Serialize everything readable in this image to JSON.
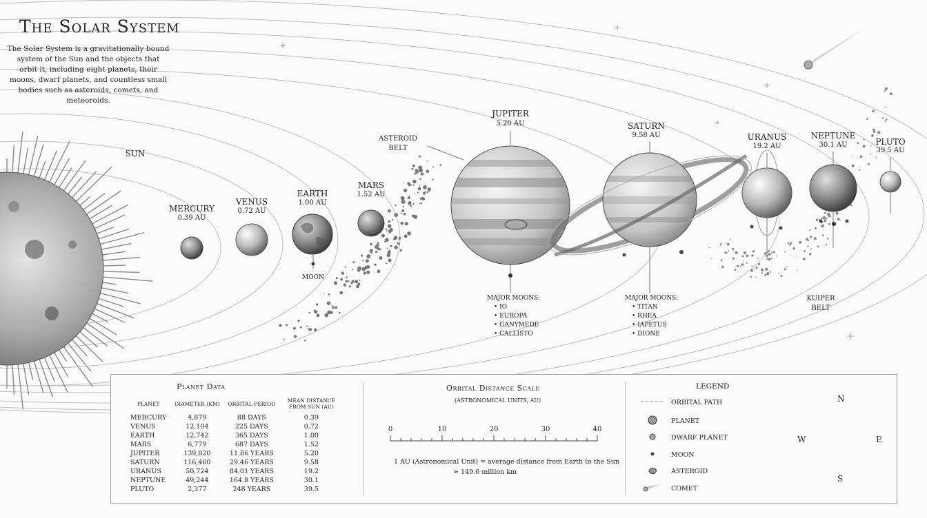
{
  "header": {
    "title": "The Solar System",
    "intro": "The Solar System is a gravitationally bound system of the Sun and the objects that orbit it, including eight planets, their moons, dwarf planets, and countless small bodies such as asteroids, comets, and meteoroids."
  },
  "sun_label": "SUN",
  "bodies": [
    {
      "name": "MERCURY",
      "dist": "0.39 AU"
    },
    {
      "name": "VENUS",
      "dist": "0.72 AU"
    },
    {
      "name": "EARTH",
      "dist": "1.00 AU"
    },
    {
      "name": "MARS",
      "dist": "1.52 AU"
    },
    {
      "name": "JUPITER",
      "dist": "5.20 AU"
    },
    {
      "name": "SATURN",
      "dist": "9.58 AU"
    },
    {
      "name": "URANUS",
      "dist": "19.2 AU"
    },
    {
      "name": "NEPTUNE",
      "dist": "30.1 AU"
    },
    {
      "name": "PLUTO",
      "dist": "39.5 AU"
    }
  ],
  "moon_label": "MOON",
  "asteroid_belt_label": [
    "ASTEROID",
    "BELT"
  ],
  "kuiper_belt_label": [
    "KUIPER",
    "BELT"
  ],
  "jupiter_moons": {
    "heading": "MAJOR MOONS:",
    "items": [
      "IO",
      "EUROPA",
      "GANYMEDE",
      "CALLISTO"
    ]
  },
  "saturn_moons": {
    "heading": "MAJOR MOONS:",
    "items": [
      "TITAN",
      "RHEA",
      "IAPETUS",
      "DIONE"
    ]
  },
  "planet_data": {
    "title": "Planet Data",
    "headers": [
      "PLANET",
      "DIAMETER (KM)",
      "ORBITAL PERIOD",
      "MEAN DISTANCE FROM SUN (AU)"
    ],
    "rows": [
      [
        "MERCURY",
        "4,879",
        "88 DAYS",
        "0.39"
      ],
      [
        "VENUS",
        "12,104",
        "225 DAYS",
        "0.72"
      ],
      [
        "EARTH",
        "12,742",
        "365 DAYS",
        "1.00"
      ],
      [
        "MARS",
        "6,779",
        "687 DAYS",
        "1.52"
      ],
      [
        "JUPITER",
        "139,820",
        "11.86 YEARS",
        "5.20"
      ],
      [
        "SATURN",
        "116,460",
        "29.46 YEARS",
        "9.58"
      ],
      [
        "URANUS",
        "50,724",
        "84.01 YEARS",
        "19.2"
      ],
      [
        "NEPTUNE",
        "49,244",
        "164.8 YEARS",
        "30.1"
      ],
      [
        "PLUTO",
        "2,377",
        "248 YEARS",
        "39.5"
      ]
    ]
  },
  "scale": {
    "title": "Orbital Distance Scale",
    "subtitle": "(ASTRONOMICAL UNITS, AU)",
    "ticks": [
      "0",
      "10",
      "20",
      "30",
      "40"
    ],
    "note_line1": "1 AU (Astronomical Unit) = average distance from Earth to the Sun",
    "note_line2": "≈ 149.6 million km"
  },
  "legend": {
    "title": "LEGEND",
    "items": [
      {
        "label": "ORBITAL PATH",
        "icon": "dashed-line-icon"
      },
      {
        "label": "PLANET",
        "icon": "planet-icon"
      },
      {
        "label": "DWARF PLANET",
        "icon": "dwarf-planet-icon"
      },
      {
        "label": "MOON",
        "icon": "moon-icon"
      },
      {
        "label": "ASTEROID",
        "icon": "asteroid-icon"
      },
      {
        "label": "COMET",
        "icon": "comet-icon"
      }
    ]
  },
  "compass": {
    "n": "N",
    "s": "S",
    "e": "E",
    "w": "W"
  }
}
